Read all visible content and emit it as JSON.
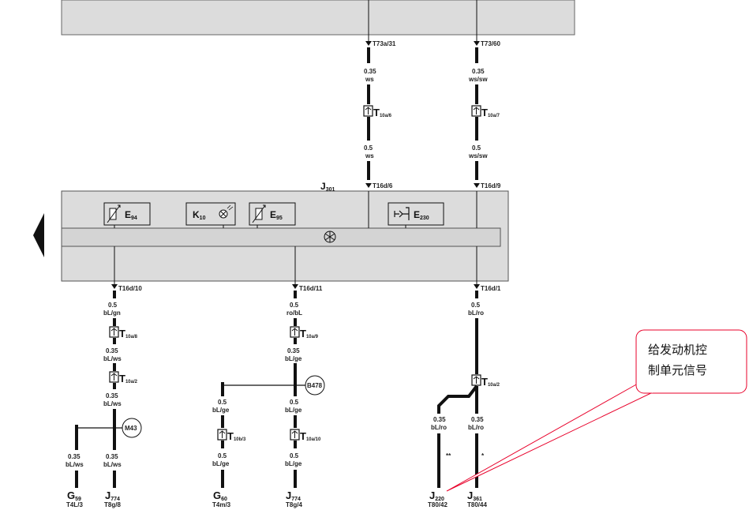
{
  "module": {
    "label": "J",
    "sub": "301"
  },
  "top_connectors": [
    {
      "pin": "T73a/31",
      "size": "0.35",
      "color": "ws",
      "mid_conn": "T",
      "mid_sub": "10a/6",
      "size2": "0.5",
      "color2": "ws",
      "bottom_pin": "T16d/6"
    },
    {
      "pin": "T73/60",
      "size": "0.35",
      "color": "ws/sw",
      "mid_conn": "T",
      "mid_sub": "10a/7",
      "size2": "0.5",
      "color2": "ws/sw",
      "bottom_pin": "T16d/9"
    }
  ],
  "components": {
    "e94": {
      "label": "E",
      "sub": "94"
    },
    "k10": {
      "label": "K",
      "sub": "10"
    },
    "e95": {
      "label": "E",
      "sub": "95"
    },
    "e230": {
      "label": "E",
      "sub": "230"
    }
  },
  "left_branch": {
    "pin": "T16d/10",
    "w1_size": "0.5",
    "w1_color": "bL/gn",
    "c1": "T",
    "c1_sub": "10a/8",
    "w2_size": "0.35",
    "w2_color": "bL/ws",
    "c2": "T",
    "c2_sub": "10a/2",
    "w3_size": "0.35",
    "w3_color": "bL/ws",
    "splice": "M43",
    "ga_size": "0.35",
    "ga_color": "bL/ws",
    "ga_label": "G",
    "ga_sub": "59",
    "ga_pin": "T4L/3",
    "gb_size": "0.35",
    "gb_color": "bL/ws",
    "gb_label": "J",
    "gb_sub": "774",
    "gb_pin": "T8g/8"
  },
  "mid_branch": {
    "pin": "T16d/11",
    "w1_size": "0.5",
    "w1_color": "ro/bL",
    "c1": "T",
    "c1_sub": "10a/9",
    "w2_size": "0.35",
    "w2_color": "bL/ge",
    "splice": "B478",
    "ga_w1_size": "0.5",
    "ga_w1_color": "bL/ge",
    "ga_c": "T",
    "ga_c_sub": "10b/3",
    "ga_w2_size": "0.5",
    "ga_w2_color": "bL/ge",
    "ga_label": "G",
    "ga_sub": "60",
    "ga_pin": "T4m/3",
    "gb_w1_size": "0.5",
    "gb_w1_color": "bL/ge",
    "gb_c": "T",
    "gb_c_sub": "10a/10",
    "gb_w2_size": "0.5",
    "gb_w2_color": "bL/ge",
    "gb_label": "J",
    "gb_sub": "774",
    "gb_pin": "T8g/4"
  },
  "right_branch": {
    "pin": "T16d/1",
    "w1_size": "0.5",
    "w1_color": "bL/ro",
    "c1": "T",
    "c1_sub": "10a/2",
    "ga_size": "0.35",
    "ga_color": "bL/ro",
    "ga_mark": "**",
    "ga_label": "J",
    "ga_sub": "220",
    "ga_pin": "T80/42",
    "gb_size": "0.35",
    "gb_color": "bL/ro",
    "gb_mark": "*",
    "gb_label": "J",
    "gb_sub": "361",
    "gb_pin": "T80/44"
  },
  "callout": {
    "line1": "给发动机控",
    "line2": "制单元信号",
    "stroke": "#e8002a"
  },
  "colors": {
    "panel": "#dcdcdc",
    "panel_stroke": "#555555",
    "wire": "#111111",
    "callout_red": "#e8002a"
  }
}
